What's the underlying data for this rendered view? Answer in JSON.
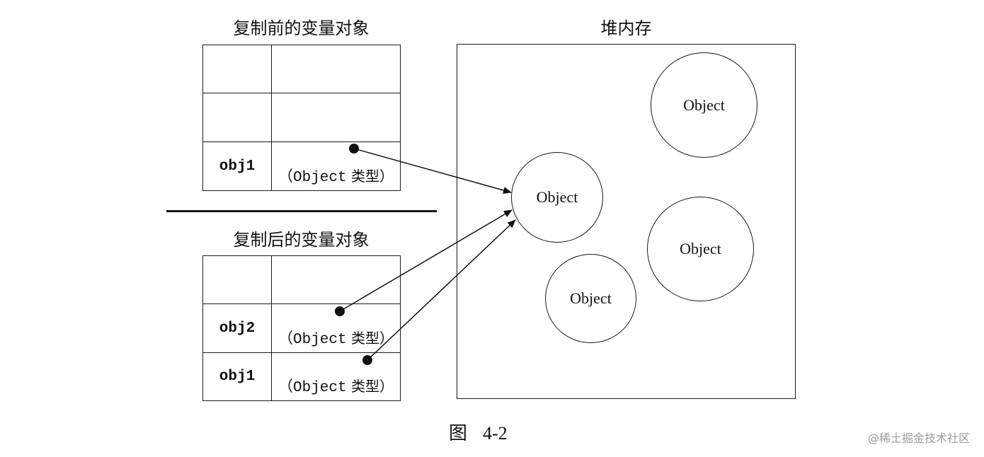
{
  "diagram": {
    "before_section": {
      "title": "复制前的变量对象",
      "rows": [
        {
          "name": "",
          "value_prefix": "",
          "value_type": "",
          "value_suffix": "",
          "has_pointer": false
        },
        {
          "name": "",
          "value_prefix": "",
          "value_type": "",
          "value_suffix": "",
          "has_pointer": false
        },
        {
          "name": "obj1",
          "value_prefix": "（Object",
          "value_type": " 类型",
          "value_suffix": "）",
          "has_pointer": true
        }
      ]
    },
    "after_section": {
      "title": "复制后的变量对象",
      "rows": [
        {
          "name": "",
          "value_prefix": "",
          "value_type": "",
          "value_suffix": "",
          "has_pointer": false
        },
        {
          "name": "obj2",
          "value_prefix": "（Object",
          "value_type": " 类型",
          "value_suffix": "）",
          "has_pointer": true
        },
        {
          "name": "obj1",
          "value_prefix": "（Object",
          "value_type": " 类型",
          "value_suffix": "）",
          "has_pointer": true
        }
      ]
    },
    "heap": {
      "title": "堆内存",
      "objects": [
        {
          "id": "heap-object-top-right",
          "label": "Object"
        },
        {
          "id": "heap-object-referenced",
          "label": "Object"
        },
        {
          "id": "heap-object-middle-right",
          "label": "Object"
        },
        {
          "id": "heap-object-bottom",
          "label": "Object"
        }
      ]
    },
    "pointers": [
      {
        "from": "before.obj1",
        "to": "heap-object-referenced"
      },
      {
        "from": "after.obj2",
        "to": "heap-object-referenced"
      },
      {
        "from": "after.obj1",
        "to": "heap-object-referenced"
      }
    ],
    "caption": {
      "figure_label": "图",
      "figure_number": "4-2"
    },
    "watermark": "@稀土掘金技术社区"
  }
}
